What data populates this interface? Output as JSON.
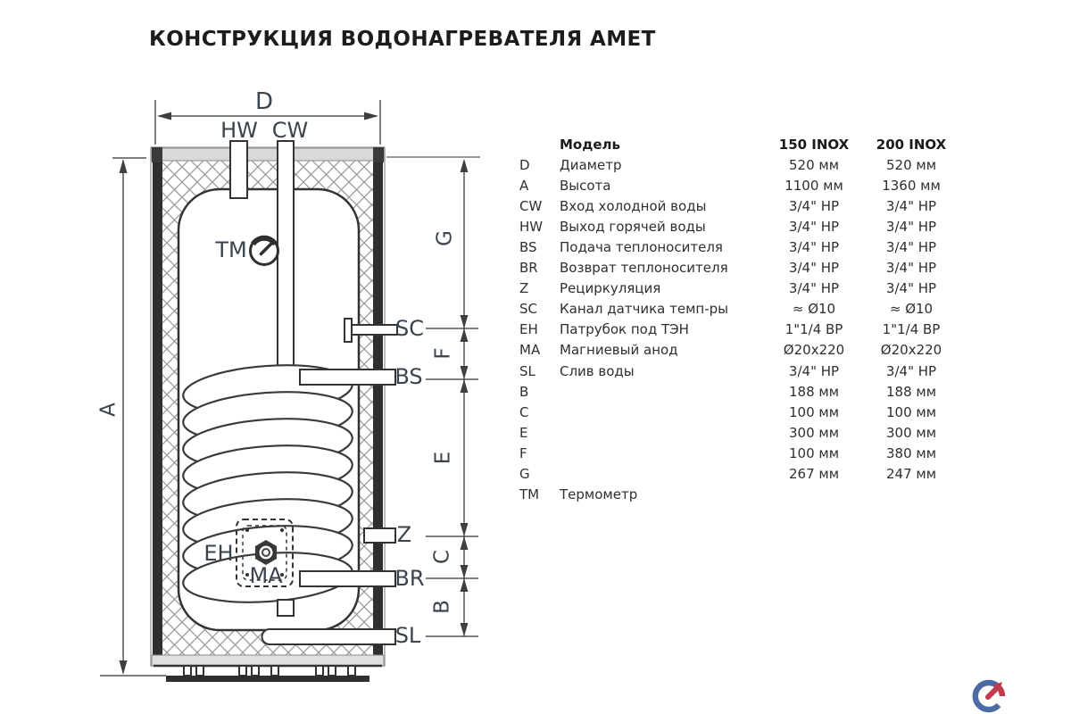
{
  "title": "КОНСТРУКЦИЯ ВОДОНАГРЕВАТЕЛЯ АМЕТ",
  "diagram": {
    "labels": {
      "d": "D",
      "a": "A",
      "hw": "HW",
      "cw": "CW",
      "tm": "TM",
      "sc": "SC",
      "bs": "BS",
      "z": "Z",
      "br": "BR",
      "sl": "SL",
      "eh": "EH",
      "ma": "MA",
      "g": "G",
      "f": "F",
      "e": "E",
      "c": "C",
      "b": "B"
    }
  },
  "table": {
    "headers": {
      "model": "Модель",
      "col150": "150 INOX",
      "col200": "200 INOX"
    },
    "rows": [
      {
        "code": "D",
        "name": "Диаметр",
        "v1": "520 мм",
        "v2": "520 мм"
      },
      {
        "code": "A",
        "name": "Высота",
        "v1": "1100 мм",
        "v2": "1360 мм"
      },
      {
        "code": "CW",
        "name": "Вход холодной воды",
        "v1": "3/4\" НР",
        "v2": "3/4\" НР"
      },
      {
        "code": "HW",
        "name": "Выход горячей воды",
        "v1": "3/4\" НР",
        "v2": "3/4\" НР"
      },
      {
        "code": "BS",
        "name": "Подача теплоносителя",
        "v1": "3/4\" НР",
        "v2": "3/4\" НР"
      },
      {
        "code": "BR",
        "name": "Возврат теплоносителя",
        "v1": "3/4\" НР",
        "v2": "3/4\" НР"
      },
      {
        "code": "Z",
        "name": "Рециркуляция",
        "v1": "3/4\" НР",
        "v2": "3/4\" НР"
      },
      {
        "code": "SC",
        "name": "Канал датчика темп-ры",
        "v1": "≈ Ø10",
        "v2": "≈ Ø10"
      },
      {
        "code": "EH",
        "name": "Патрубок под ТЭН",
        "v1": "1\"1/4 ВР",
        "v2": "1\"1/4 ВР"
      },
      {
        "code": "MA",
        "name": "Магниевый анод",
        "v1": "Ø20х220",
        "v2": "Ø20х220"
      },
      {
        "code": "SL",
        "name": "Слив воды",
        "v1": "3/4\" НР",
        "v2": "3/4\" НР"
      },
      {
        "code": "B",
        "name": "",
        "v1": "188 мм",
        "v2": "188 мм"
      },
      {
        "code": "C",
        "name": "",
        "v1": "100 мм",
        "v2": "100 мм"
      },
      {
        "code": "E",
        "name": "",
        "v1": "300 мм",
        "v2": "300 мм"
      },
      {
        "code": "F",
        "name": "",
        "v1": "100 мм",
        "v2": "380 мм"
      },
      {
        "code": "G",
        "name": "",
        "v1": "267 мм",
        "v2": "247 мм"
      },
      {
        "code": "TM",
        "name": "Термометр",
        "v1": "",
        "v2": ""
      }
    ]
  },
  "colors": {
    "line": "#3f3f3f",
    "dim_line": "#555555",
    "label": "#3b434e",
    "hatch": "#9a9a9a",
    "logo_blue": "#4b6ba4",
    "logo_red": "#c23a50"
  }
}
